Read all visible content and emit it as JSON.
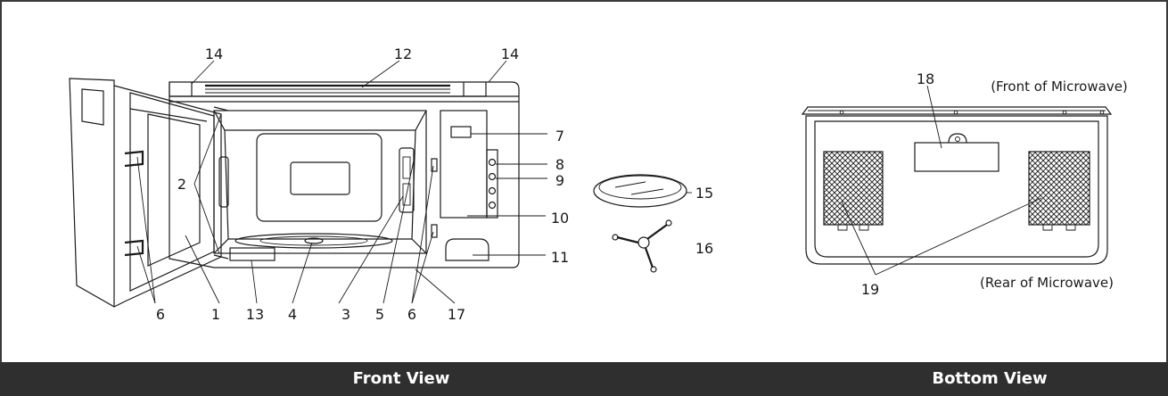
{
  "captions": {
    "front_view": "Front View",
    "bottom_view": "Bottom View"
  },
  "callouts": {
    "c1": "1",
    "c2": "2",
    "c3": "3",
    "c4": "4",
    "c5": "5",
    "c6a": "6",
    "c6b": "6",
    "c7": "7",
    "c8": "8",
    "c9": "9",
    "c10": "10",
    "c11": "11",
    "c12": "12",
    "c13": "13",
    "c14a": "14",
    "c14b": "14",
    "c15": "15",
    "c16": "16",
    "c17": "17",
    "c18": "18",
    "c19": "19"
  },
  "notes": {
    "front_of_microwave": "(Front of Microwave)",
    "rear_of_microwave": "(Rear of Microwave)"
  }
}
